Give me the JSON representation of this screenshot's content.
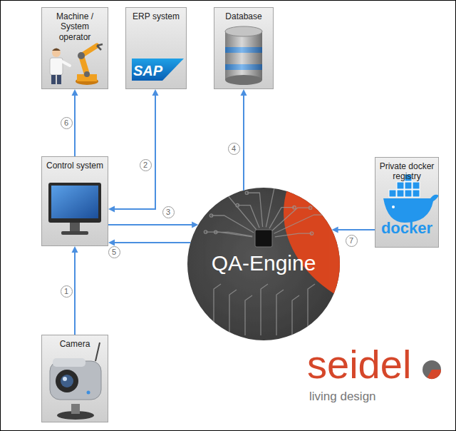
{
  "diagram": {
    "nodes": [
      {
        "text": [
          "Machine / System operator"
        ]
      },
      {
        "text": [
          "ERP system",
          "SAP"
        ]
      },
      {
        "text": [
          "Database"
        ]
      },
      {
        "text": [
          "Control system"
        ]
      },
      {
        "text": [
          "QA-Engine"
        ]
      },
      {
        "text": [
          "Private docker registry",
          "docker"
        ]
      },
      {
        "text": [
          "Camera"
        ]
      }
    ],
    "edges": [
      {
        "from": 6,
        "to": 3,
        "arrow": "to",
        "label": "1"
      },
      {
        "from": 1,
        "to": 3,
        "arrow": "both",
        "label": "2"
      },
      {
        "from": 3,
        "to": 4,
        "arrow": "to",
        "label": "3"
      },
      {
        "from": 4,
        "to": 2,
        "arrow": "to",
        "label": "4"
      },
      {
        "from": 4,
        "to": 3,
        "arrow": "to",
        "label": "5"
      },
      {
        "from": 3,
        "to": 0,
        "arrow": "to",
        "label": "6"
      },
      {
        "from": 5,
        "to": 4,
        "arrow": "to",
        "label": "7"
      }
    ],
    "labels": [
      "seidel",
      "living design"
    ]
  }
}
